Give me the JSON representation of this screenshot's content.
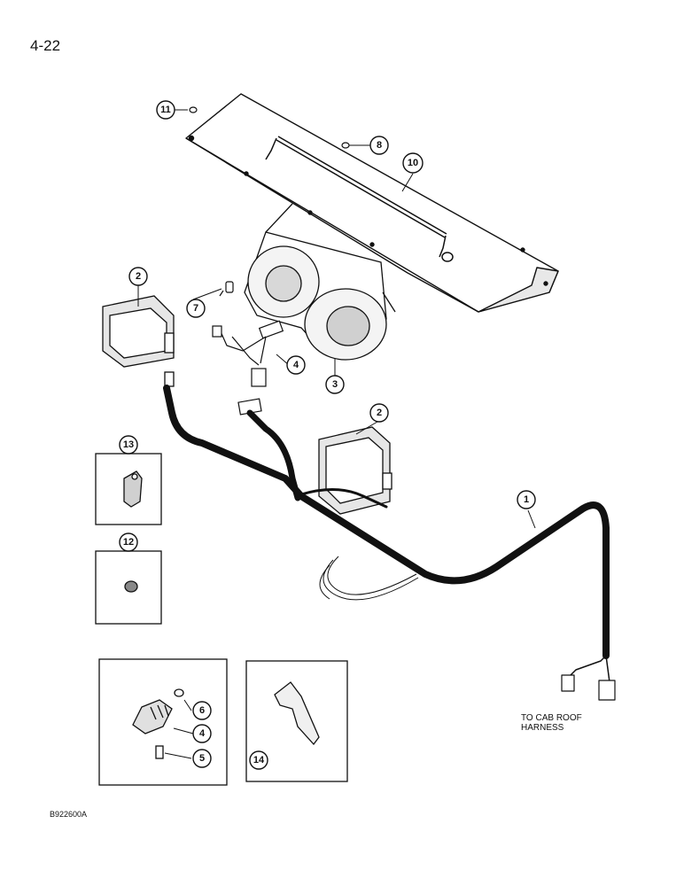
{
  "page": {
    "number": "4-22",
    "figure_code": "B922600A"
  },
  "note": {
    "line1": "TO CAB ROOF",
    "line2": "HARNESS"
  },
  "callouts": {
    "c1": "1",
    "c2a": "2",
    "c2b": "2",
    "c3": "3",
    "c4": "4",
    "c7": "7",
    "c8": "8",
    "c10": "10",
    "c11": "11",
    "c12": "12",
    "c13": "13",
    "c14": "14",
    "c4b": "4",
    "c5": "5",
    "c6": "6"
  },
  "colors": {
    "line": "#111111",
    "fill": "#ffffff",
    "shade": "#bdbdbd"
  }
}
